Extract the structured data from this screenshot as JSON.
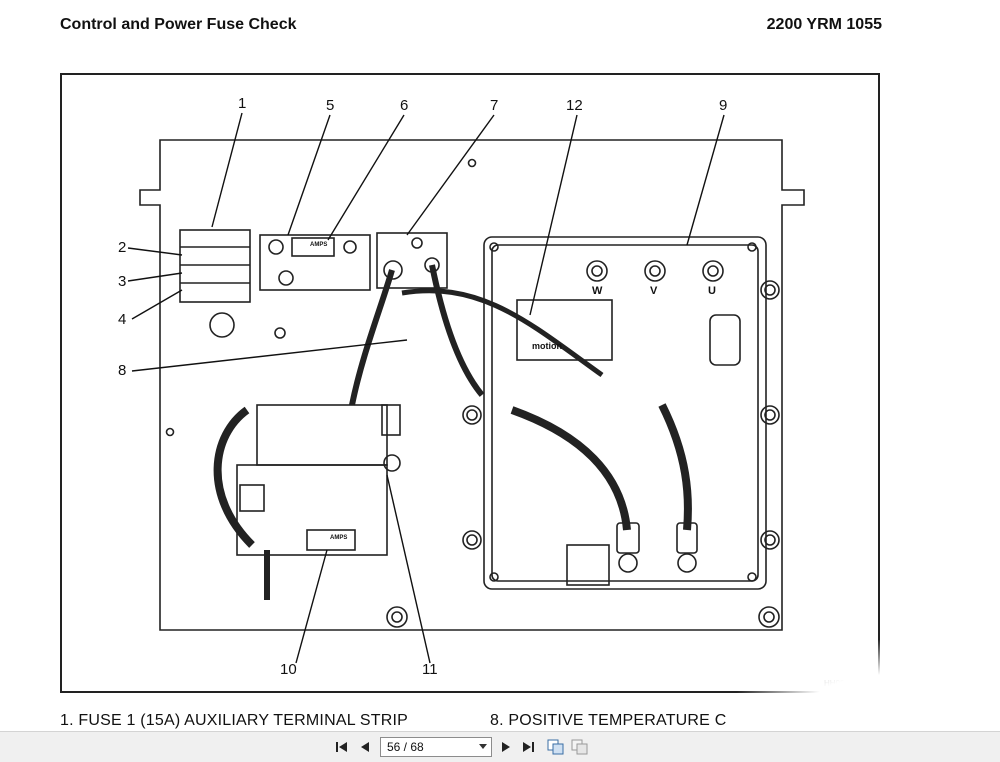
{
  "header": {
    "title": "Control and Power Fuse Check",
    "doc_number": "2200 YRM 1055"
  },
  "figure": {
    "callouts": [
      "1",
      "2",
      "3",
      "4",
      "5",
      "6",
      "7",
      "8",
      "9",
      "10",
      "11",
      "12"
    ],
    "terminal_labels": [
      "W",
      "V",
      "U"
    ],
    "logo_text": "motion",
    "fuse_label": "AMPS",
    "figure_id": "HH0021466"
  },
  "legend": {
    "item1": "1.   FUSE 1 (15A) AUXILIARY TERMINAL STRIP",
    "item8": "8.   POSITIVE TEMPERATURE C"
  },
  "viewer": {
    "page_indicator": "56 / 68"
  }
}
